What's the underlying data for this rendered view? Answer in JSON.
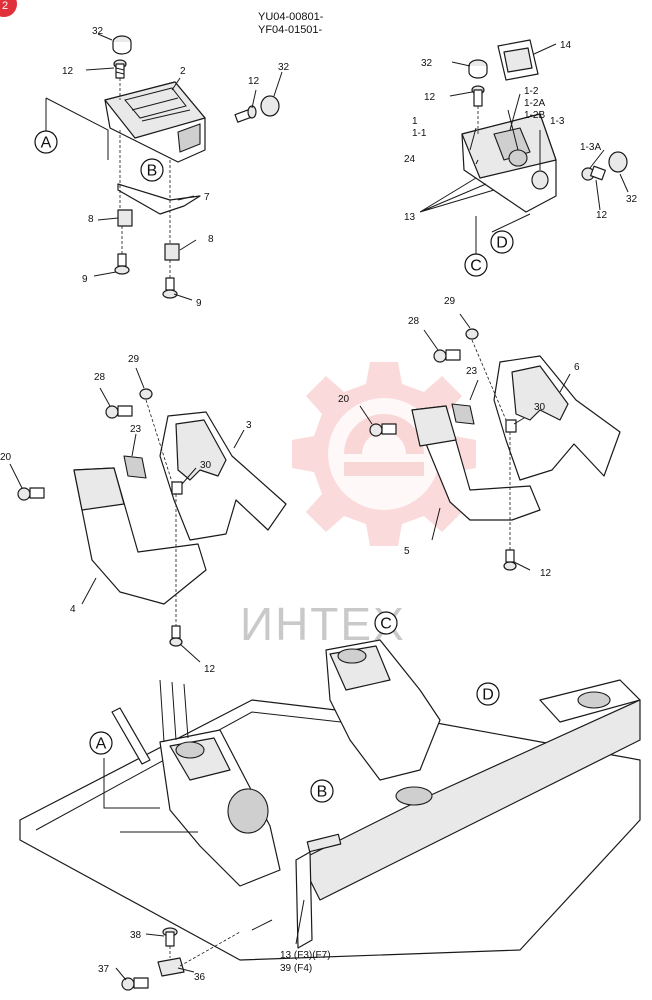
{
  "header": {
    "page_badge": "2",
    "serial_line_1": "YU04-00801-",
    "serial_line_2": "YF04-01501-"
  },
  "watermark": {
    "text": "ИНТЕХ",
    "color": "#f5a8a8"
  },
  "callouts": {
    "c32a": "32",
    "c12a": "12",
    "c2": "2",
    "c12b": "12",
    "c32b": "32",
    "c7": "7",
    "c8a": "8",
    "c9a": "9",
    "c8b": "8",
    "c9b": "9",
    "c32c": "32",
    "c14": "14",
    "c12c": "12",
    "c1_2": "1-2",
    "c1_2A": "1-2A",
    "c1_2B": "1-2B",
    "c1": "1",
    "c1_1": "1-1",
    "c1_3": "1-3",
    "c24": "24",
    "c1_3A": "1-3A",
    "c13": "13",
    "c12d": "12",
    "c32d": "32",
    "c29a": "29",
    "c28a": "28",
    "c23a": "23",
    "c6": "6",
    "c20a": "20",
    "c30a": "30",
    "c5": "5",
    "c12e": "12",
    "c29b": "29",
    "c28b": "28",
    "c23b": "23",
    "c3": "3",
    "c20b": "20",
    "c30b": "30",
    "c4": "4",
    "c12f": "12",
    "c38": "38",
    "c37": "37",
    "c36": "36",
    "c13_f3f7": "13 (F3)(F7)",
    "c39_f4": "39 (F4)"
  },
  "refs": {
    "A1": "A",
    "B1": "B",
    "C1": "C",
    "D1": "D",
    "C2": "C",
    "D2": "D",
    "A2": "A",
    "B2": "B"
  }
}
